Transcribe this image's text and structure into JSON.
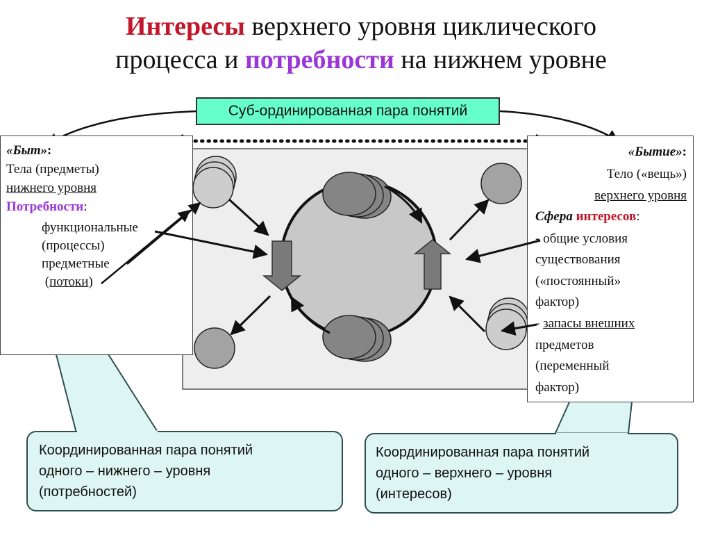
{
  "title": {
    "part1_highlight": "Интересы",
    "part1_rest": " верхнего уровня циклического",
    "part2_start": "процесса и ",
    "part2_highlight": "потребности",
    "part2_rest": " на нижнем уровне"
  },
  "sub_pair_label": "Суб-ординированная пара понятий",
  "left_panel": {
    "heading": "«Быт»",
    "heading_colon": ":",
    "line1": "Тела (предметы)",
    "line2": "нижнего уровня",
    "needs_label": "Потребности",
    "needs_colon": ":",
    "item1": "функциональные",
    "item2": "(процессы)",
    "item3": "предметные",
    "item4_open": " (",
    "item4_word": "потоки",
    "item4_close": ")"
  },
  "right_panel": {
    "heading": "«Бытие»",
    "heading_colon": ":",
    "line1": "Тело («вещь»)",
    "line2": "верхнего уровня",
    "sphere_label": "Сфера ",
    "interests_word": "интересов",
    "sphere_colon": ":",
    "item1": "- общие условия",
    "item2": "существования",
    "item3": "(«постоянный»",
    "item4": "фактор)",
    "item5_dash": "- ",
    "item5": "запасы внешних",
    "item6": "предметов",
    "item7": "(переменный",
    "item8": "фактор)"
  },
  "callout_left": {
    "line1": "Координированная пара понятий",
    "line2": "одного – нижнего – уровня",
    "line3": "(потребностей)"
  },
  "callout_right": {
    "line1": "Координированная пара понятий",
    "line2": "одного – верхнего – уровня",
    "line3": "(интересов)"
  },
  "colors": {
    "title_highlight_red": "#c0182a",
    "title_highlight_purple": "#9b36d6",
    "sub_box_fill": "#66ffcc",
    "callout_fill": "#ddf5f3",
    "central_circle": "#c8c8c8",
    "dark_ellipse": "#858585",
    "light_circle": "#cdcdcd",
    "mid_circle": "#a3a3a3",
    "frame_fill": "#eeeeee"
  }
}
